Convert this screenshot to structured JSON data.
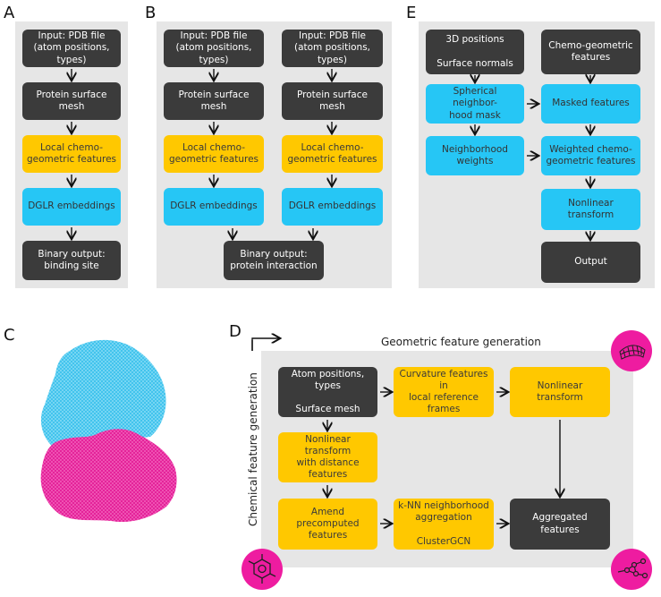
{
  "panels": {
    "a": "A",
    "b": "B",
    "c": "C",
    "d": "D",
    "e": "E"
  },
  "panel_a": {
    "input": "Input: PDB file\n(atom positions,\ntypes)",
    "mesh": "Protein surface mesh",
    "local": "Local chemo-\ngeometric features",
    "dglr": "DGLR embeddings",
    "output": "Binary output:\nbinding site"
  },
  "panel_b": {
    "input_left": "Input: PDB file\n(atom positions,\ntypes)",
    "input_right": "Input: PDB file\n(atom positions,\ntypes)",
    "mesh_left": "Protein surface mesh",
    "mesh_right": "Protein surface mesh",
    "local_left": "Local chemo-\ngeometric features",
    "local_right": "Local chemo-\ngeometric features",
    "dglr_left": "DGLR embeddings",
    "dglr_right": "DGLR embeddings",
    "output": "Binary output:\nprotein interaction"
  },
  "panel_e": {
    "positions": "3D positions\n\nSurface normals",
    "chemo": "Chemo-geometric\nfeatures",
    "mask": "Spherical neighbor-\nhood mask",
    "masked": "Masked features",
    "weights": "Neighborhood\nweights",
    "weighted": "Weighted chemo-\ngeometric features",
    "nonlinear": "Nonlinear transform",
    "output": "Output"
  },
  "panel_d": {
    "geo_title": "Geometric feature generation",
    "chem_title": "Chemical feature generation",
    "atoms": "Atom positions, types\n\nSurface mesh",
    "curvature": "Curvature features in\nlocal reference\nframes",
    "nonlinear_top": "Nonlinear transform",
    "nonlinear_dist": "Nonlinear transform\nwith distance features",
    "amend": "Amend precomputed\nfeatures",
    "knn": "k-NN neighborhood\naggregation\n\nClusterGCN",
    "aggregated": "Aggregated features"
  },
  "colors": {
    "dark": "#3b3b3b",
    "yellow": "#ffc800",
    "cyan": "#26c6f5",
    "magenta": "#ee1ca0",
    "protein_cyan": "#3cc8f0",
    "panel_bg": "#e6e6e6"
  },
  "icons": [
    "surface-mesh-icon",
    "molecule-icon",
    "graph-network-icon"
  ]
}
